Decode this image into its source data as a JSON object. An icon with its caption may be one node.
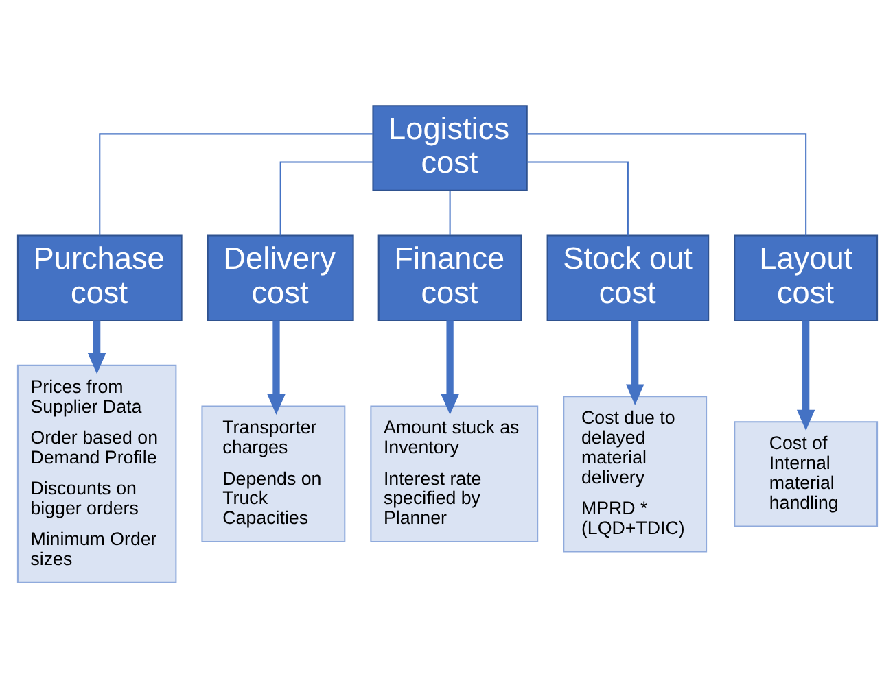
{
  "diagram": {
    "nodes": [
      {
        "text": [
          "Logistics cost"
        ]
      },
      {
        "text": [
          "Purchase cost"
        ]
      },
      {
        "text": [
          "Delivery cost"
        ]
      },
      {
        "text": [
          "Finance cost"
        ]
      },
      {
        "text": [
          "Stock out cost"
        ]
      },
      {
        "text": [
          "Layout cost"
        ]
      },
      {
        "text": [
          "Prices from Supplier Data",
          "Order based on Demand Profile",
          "Discounts on bigger orders",
          "Minimum Order sizes"
        ]
      },
      {
        "text": [
          "Transporter charges",
          "Depends on Truck Capacities"
        ]
      },
      {
        "text": [
          "Amount stuck as Inventory",
          "Interest rate specified by Planner"
        ]
      },
      {
        "text": [
          "Cost due to delayed material delivery",
          "MPRD * (LQD+TDIC)"
        ]
      },
      {
        "text": [
          "Cost of Internal material handling"
        ]
      }
    ],
    "edges": [
      {
        "from": 0,
        "to": 1,
        "arrow": "none"
      },
      {
        "from": 0,
        "to": 2,
        "arrow": "none"
      },
      {
        "from": 0,
        "to": 3,
        "arrow": "none"
      },
      {
        "from": 0,
        "to": 4,
        "arrow": "none"
      },
      {
        "from": 0,
        "to": 5,
        "arrow": "none"
      },
      {
        "from": 1,
        "to": 6,
        "arrow": "to",
        "style": "thick"
      },
      {
        "from": 2,
        "to": 7,
        "arrow": "to",
        "style": "thick"
      },
      {
        "from": 3,
        "to": 8,
        "arrow": "to",
        "style": "thick"
      },
      {
        "from": 4,
        "to": 9,
        "arrow": "to",
        "style": "thick"
      },
      {
        "from": 5,
        "to": 10,
        "arrow": "to",
        "style": "thick"
      }
    ]
  }
}
